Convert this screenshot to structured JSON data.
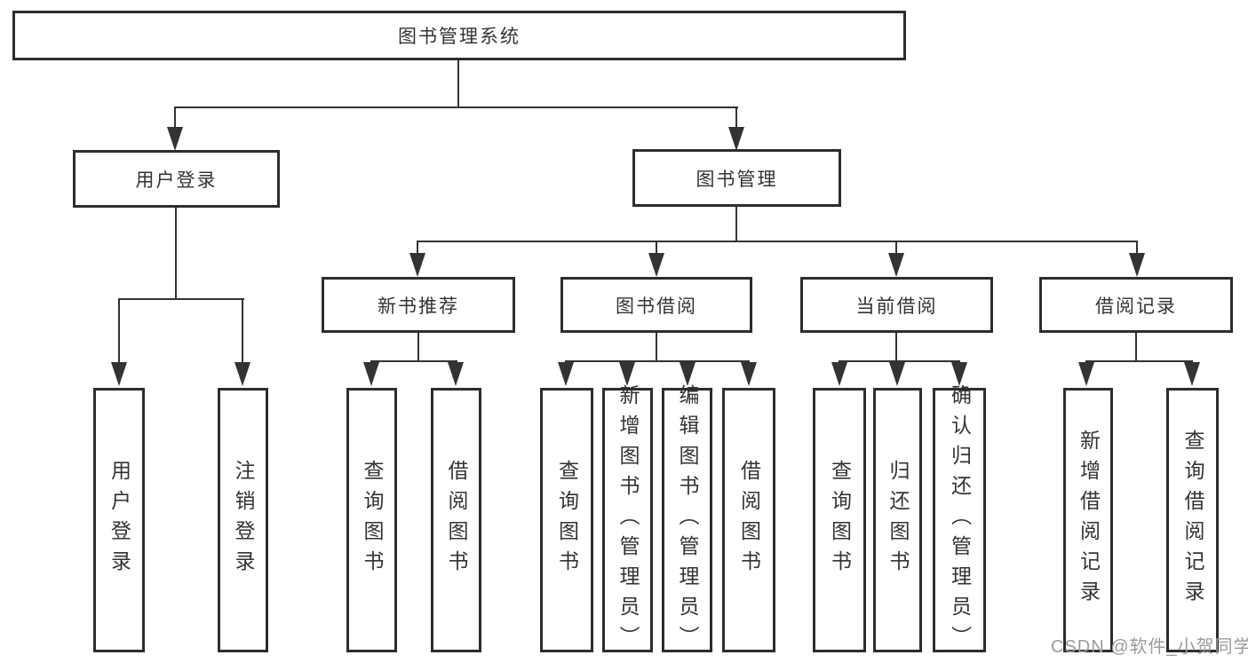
{
  "tree": {
    "label": "图书管理系统",
    "children": [
      {
        "label": "用户登录",
        "children": [
          {
            "label": "用户登录"
          },
          {
            "label": "注销登录"
          }
        ]
      },
      {
        "label": "图书管理",
        "children": [
          {
            "label": "新书推荐",
            "children": [
              {
                "label": "查询图书"
              },
              {
                "label": "借阅图书"
              }
            ]
          },
          {
            "label": "图书借阅",
            "children": [
              {
                "label": "查询图书"
              },
              {
                "label": "新增图书（管理员）"
              },
              {
                "label": "编辑图书（管理员）"
              },
              {
                "label": "借阅图书"
              }
            ]
          },
          {
            "label": "当前借阅",
            "children": [
              {
                "label": "查询图书"
              },
              {
                "label": "归还图书"
              },
              {
                "label": "确认归还（管理员）"
              }
            ]
          },
          {
            "label": "借阅记录",
            "children": [
              {
                "label": "新增借阅记录"
              },
              {
                "label": "查询借阅记录"
              }
            ]
          }
        ]
      }
    ]
  },
  "watermark": {
    "text": "CSDN @软件_小贺同学"
  },
  "colors": {
    "line": "#333333",
    "box_border": "#2d2d2d",
    "text": "#333333",
    "watermark": "#9b9b9b",
    "background": "#ffffff"
  }
}
